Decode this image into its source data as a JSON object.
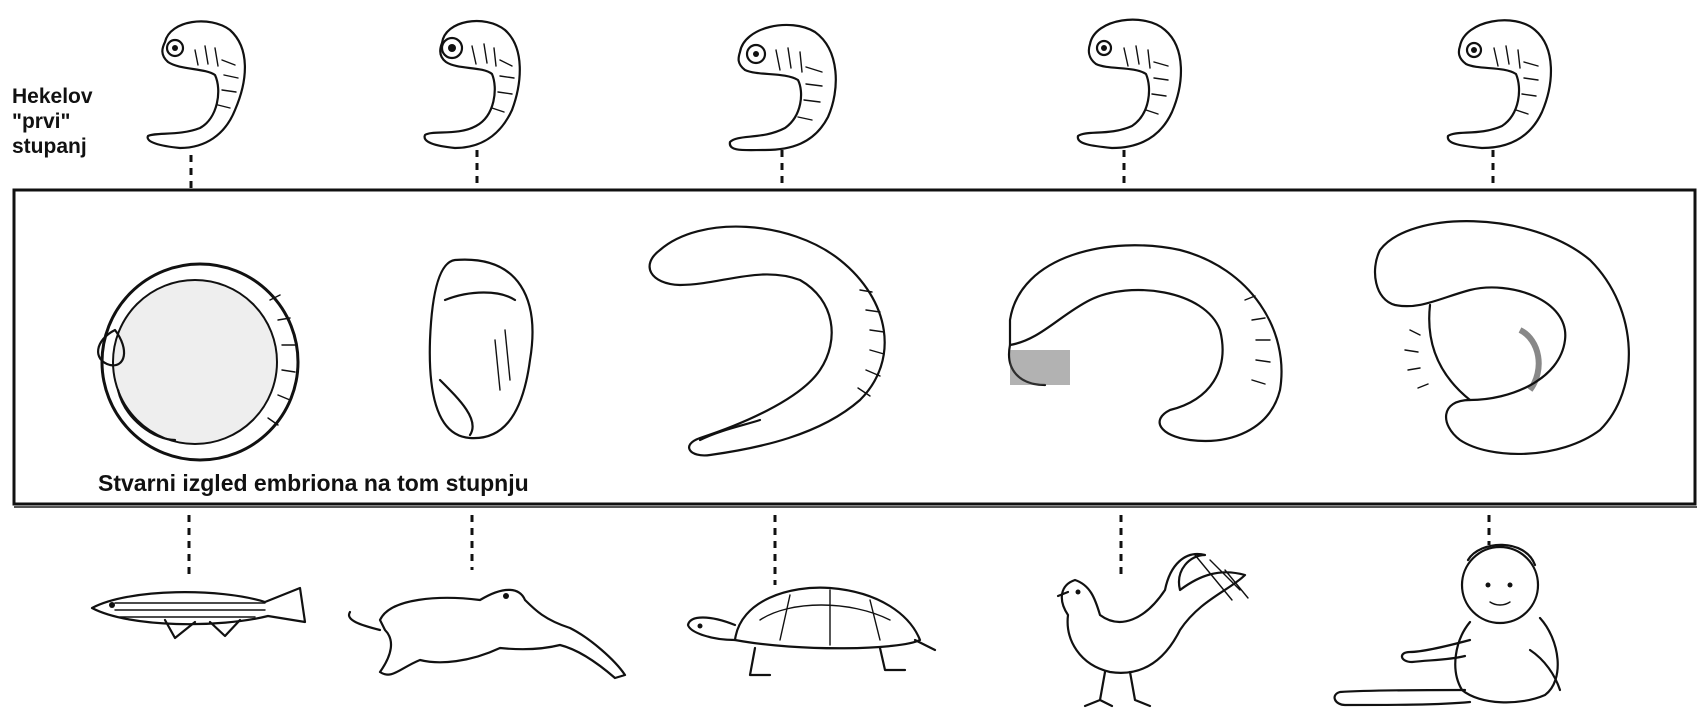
{
  "labels": {
    "haeckel_stage": [
      "Hekelov",
      "\"prvi\"",
      "stupanj"
    ],
    "actual_stage": "Stvarni izgled embriona na tom stupnju"
  },
  "organisms": [
    "fish",
    "frog",
    "turtle",
    "chicken",
    "human"
  ],
  "colors": {
    "ink": "#111111",
    "background": "#ffffff"
  }
}
